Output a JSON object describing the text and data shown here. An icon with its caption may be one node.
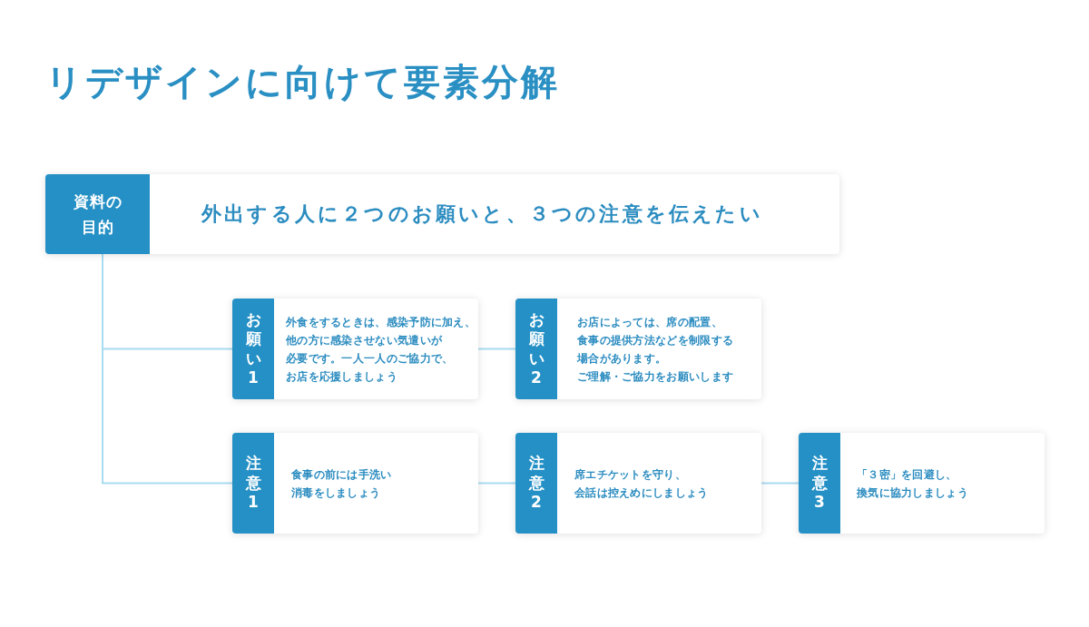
{
  "diagram": {
    "title": "リデザインに向けて要素分解",
    "nodes": [
      {
        "text": [
          "資料の目的",
          "外出する人に２つのお願いと、３つの注意を伝えたい"
        ]
      },
      {
        "text": [
          "お願い1",
          "外食をするときは、感染予防に加え、他の方に感染させない気遣いが必要です。一人一人のご協力で、お店を応援しましょう"
        ]
      },
      {
        "text": [
          "お願い2",
          "お店によっては、席の配置、食事の提供方法などを制限する場合があります。",
          "ご理解・ご協力をお願いします"
        ]
      },
      {
        "text": [
          "注意1",
          "食事の前には手洗い消毒をしましょう"
        ]
      },
      {
        "text": [
          "注意2",
          "席エチケットを守り、会話は控えめにしましょう"
        ]
      },
      {
        "text": [
          "注意3",
          "「３密」を回避し、換気に協力しましょう"
        ]
      }
    ],
    "edges": [
      {
        "from": 0,
        "to": 1,
        "arrow": "none"
      },
      {
        "from": 0,
        "to": 3,
        "arrow": "none"
      },
      {
        "from": 1,
        "to": 2,
        "arrow": "none"
      },
      {
        "from": 3,
        "to": 4,
        "arrow": "none"
      },
      {
        "from": 4,
        "to": 5,
        "arrow": "none"
      }
    ]
  }
}
